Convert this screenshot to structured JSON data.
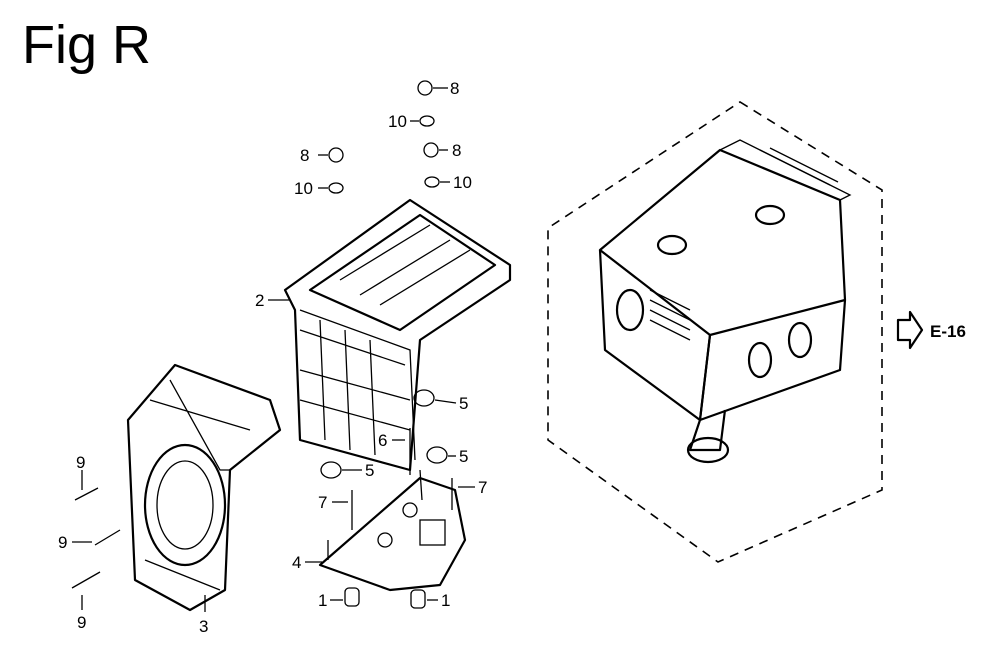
{
  "figure": {
    "title": "Fig R",
    "reference": "E-16",
    "callouts": [
      {
        "id": "c8a",
        "text": "8"
      },
      {
        "id": "c10a",
        "text": "10"
      },
      {
        "id": "c8b",
        "text": "8"
      },
      {
        "id": "c8c",
        "text": "8"
      },
      {
        "id": "c10b",
        "text": "10"
      },
      {
        "id": "c10c",
        "text": "10"
      },
      {
        "id": "c2",
        "text": "2"
      },
      {
        "id": "c5a",
        "text": "5"
      },
      {
        "id": "c6",
        "text": "6"
      },
      {
        "id": "c5b",
        "text": "5"
      },
      {
        "id": "c5c",
        "text": "5"
      },
      {
        "id": "c7a",
        "text": "7"
      },
      {
        "id": "c7b",
        "text": "7"
      },
      {
        "id": "c9a",
        "text": "9"
      },
      {
        "id": "c9b",
        "text": "9"
      },
      {
        "id": "c9c",
        "text": "9"
      },
      {
        "id": "c4",
        "text": "4"
      },
      {
        "id": "c3",
        "text": "3"
      },
      {
        "id": "c1a",
        "text": "1"
      },
      {
        "id": "c1b",
        "text": "1"
      }
    ]
  }
}
